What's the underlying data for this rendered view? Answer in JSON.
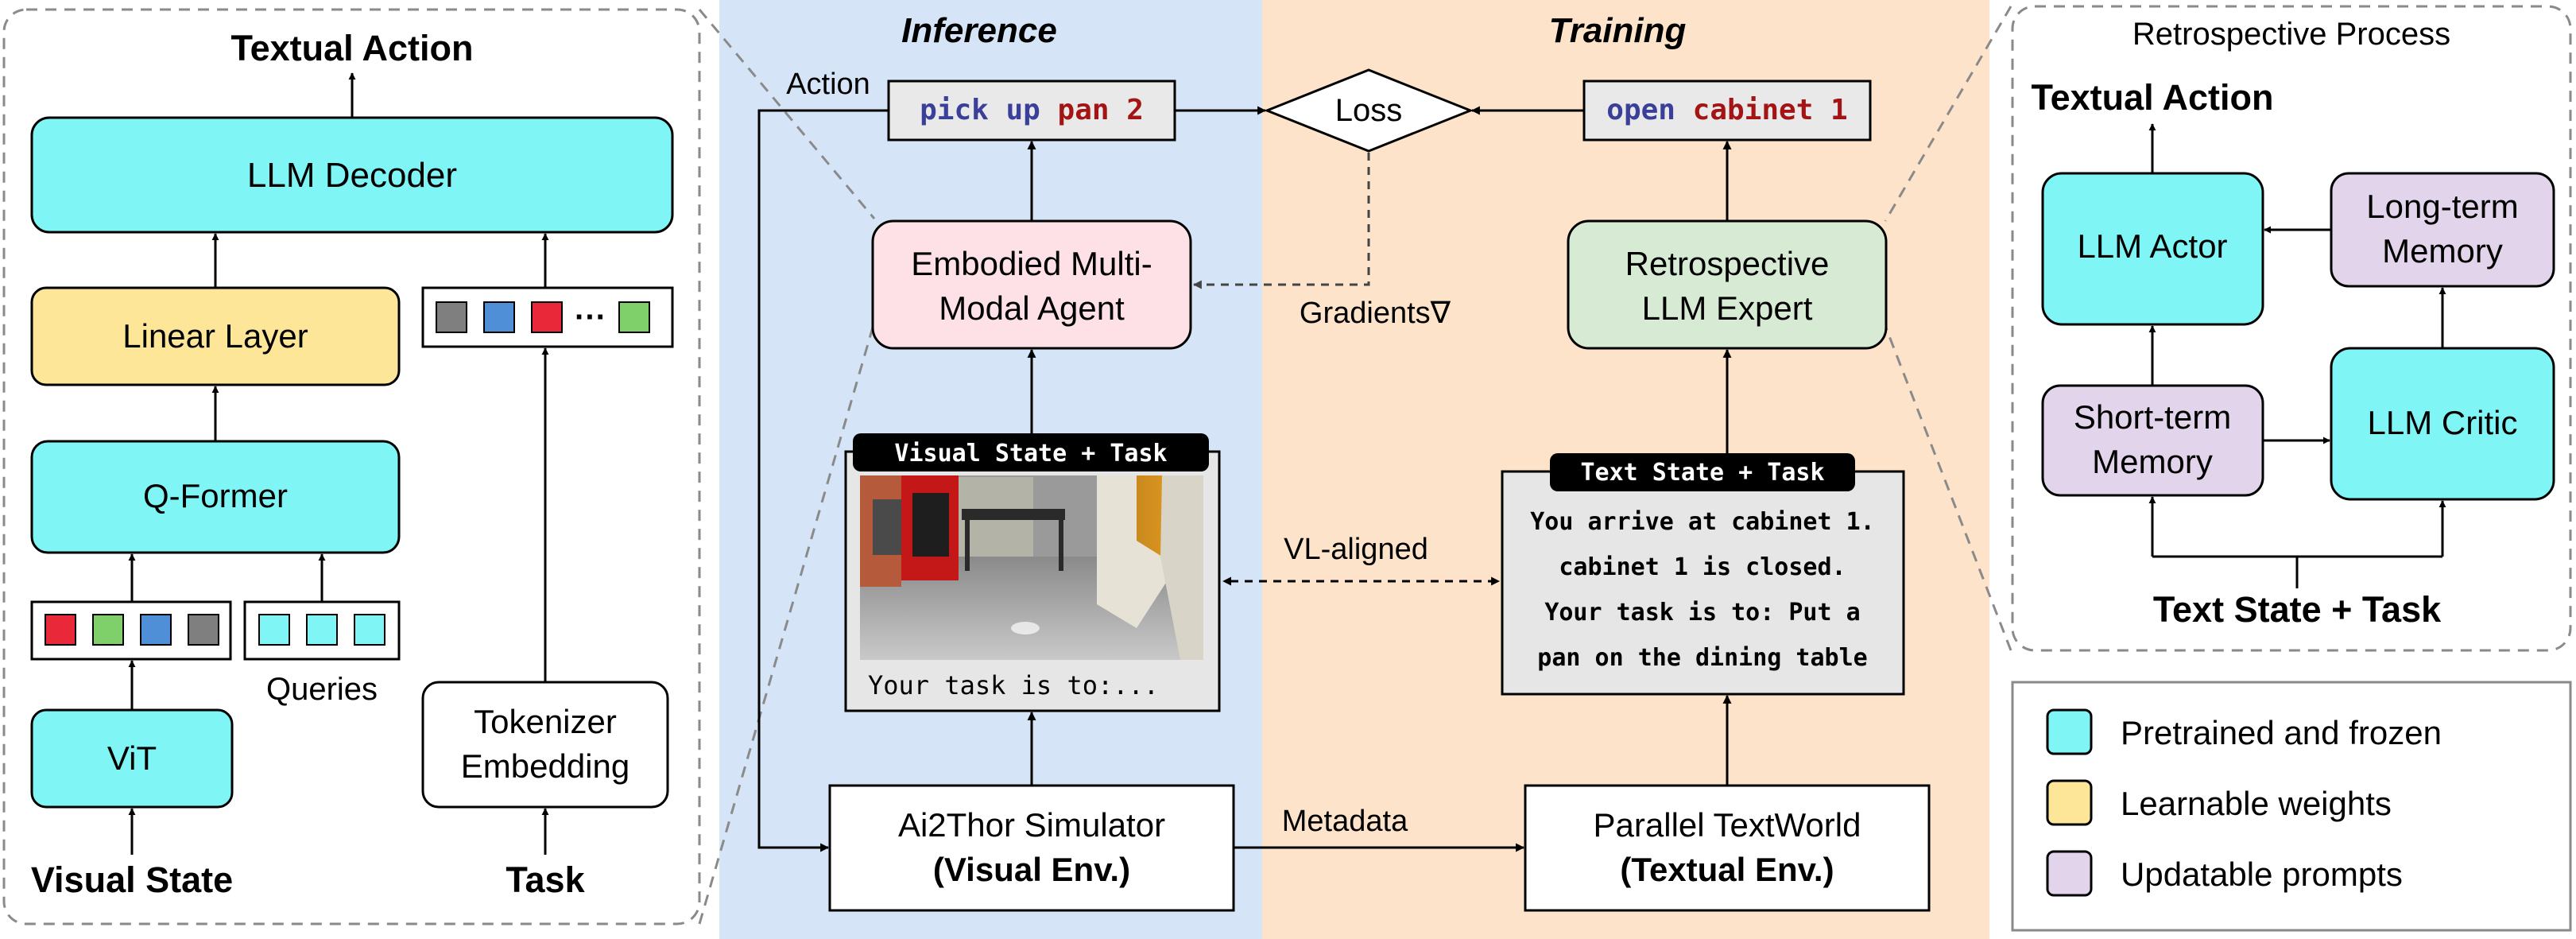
{
  "colors": {
    "cyan": "#7ff5f5",
    "yellow": "#fee699",
    "purple": "#e2d4ea",
    "pink": "#fde1e7",
    "green": "#d6ead4",
    "action_bg": "#e9e9e9",
    "state_bg": "#e6e6e6",
    "inference_bg": "#d5e5f7",
    "training_bg": "#fde3c9",
    "token_red": "#e9283a",
    "token_green": "#7fcf6a",
    "token_blue": "#4e8fd8",
    "token_gray": "#7f7f7f",
    "verb_blue": "#3a3f9a",
    "noun_red": "#a31515"
  },
  "left_panel": {
    "textual_action": "Textual Action",
    "llm_decoder": "LLM Decoder",
    "linear_layer": "Linear Layer",
    "q_former": "Q-Former",
    "queries": "Queries",
    "vit": "ViT",
    "tokenizer_line1": "Tokenizer",
    "tokenizer_line2": "Embedding",
    "visual_state": "Visual State",
    "task": "Task",
    "ellipsis": "···"
  },
  "center": {
    "inference_title": "Inference",
    "training_title": "Training",
    "action_label": "Action",
    "inference_action": {
      "verb": "pick up",
      "noun": "pan 2"
    },
    "training_action": {
      "verb": "open",
      "noun": "cabinet 1"
    },
    "loss": "Loss",
    "gradients": "Gradients∇",
    "agent_line1": "Embodied Multi-",
    "agent_line2": "Modal Agent",
    "expert_line1": "Retrospective",
    "expert_line2": "LLM Expert",
    "visual_state_header": "Visual State + Task",
    "visual_task_text": "Your task is to:...",
    "text_state_header": "Text State + Task",
    "text_state_lines": [
      "You arrive at cabinet 1.",
      "cabinet 1 is closed.",
      "Your task is to: Put a",
      "pan on the dining table"
    ],
    "vl_aligned": "VL-aligned",
    "metadata": "Metadata",
    "simulator_line1": "Ai2Thor Simulator",
    "simulator_line2": "(Visual Env.)",
    "textworld_line1": "Parallel TextWorld",
    "textworld_line2": "(Textual Env.)"
  },
  "right_panel": {
    "title": "Retrospective Process",
    "textual_action": "Textual Action",
    "llm_actor": "LLM Actor",
    "long_term_line1": "Long-term",
    "long_term_line2": "Memory",
    "short_term_line1": "Short-term",
    "short_term_line2": "Memory",
    "llm_critic": "LLM Critic",
    "text_state_task": "Text State + Task"
  },
  "legend": [
    {
      "label": "Pretrained and frozen",
      "color": "#7ff5f5"
    },
    {
      "label": "Learnable weights",
      "color": "#fee699"
    },
    {
      "label": "Updatable prompts",
      "color": "#e2d4ea"
    }
  ]
}
